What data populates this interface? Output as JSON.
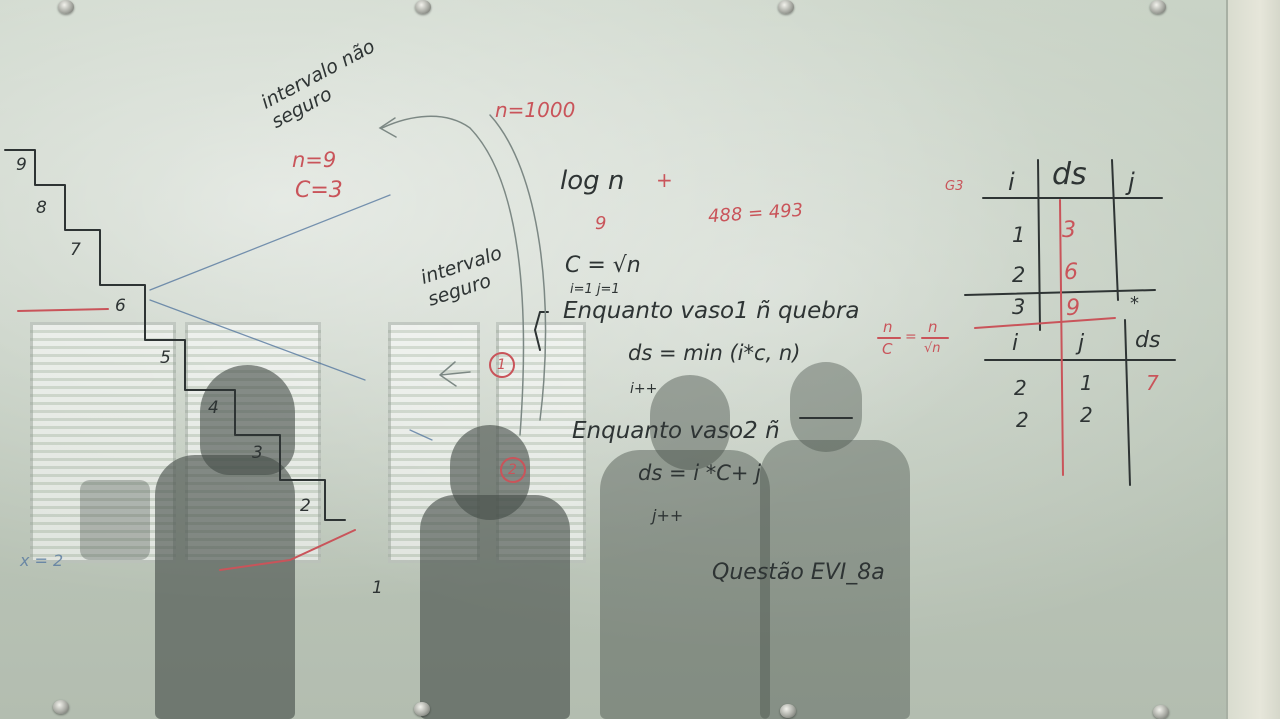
{
  "board": {
    "unsafe_interval": "intervalo não seguro",
    "safe_interval": "intervalo seguro",
    "n_top": "n=1000",
    "n_red": "n=9",
    "c_red": "C=3",
    "log_n": "log n",
    "plus": "+",
    "nine": "9",
    "calc": "488 = 493",
    "c_formula": "C = √n",
    "init": "i=1  j=1",
    "loop1": "Enquanto vaso1 ñ quebra",
    "ds_min": "ds = min (i*c, n)",
    "i_inc": "i++",
    "loop2": "Enquanto vaso2 ñ",
    "ds_formula": "ds = i    *C+ j",
    "j_inc": "j++",
    "question": "Questão EVI_8a",
    "ratio_top": "n",
    "ratio_mid": "C",
    "ratio_eq": "=",
    "ratio_num": "n",
    "ratio_den": "√n",
    "gap": "G3",
    "left_x": "x = 2",
    "circle1": "1",
    "circle2": "2"
  },
  "stairs": [
    "9",
    "8",
    "7",
    "6",
    "5",
    "4",
    "3",
    "2",
    "1"
  ],
  "table1": {
    "headers": [
      "i",
      "ds",
      "j"
    ],
    "rows": [
      [
        "1",
        "3",
        ""
      ],
      [
        "2",
        "6",
        ""
      ],
      [
        "3",
        "9",
        "*"
      ]
    ]
  },
  "table2": {
    "headers": [
      "i",
      "j",
      "ds"
    ],
    "rows": [
      [
        "2",
        "1",
        "7"
      ],
      [
        "2",
        "2",
        ""
      ]
    ]
  },
  "colors": {
    "ink_dark": "#2e3434",
    "ink_red": "#c9545a",
    "ink_blue": "#5779a0",
    "board": "#c9d3c6"
  }
}
